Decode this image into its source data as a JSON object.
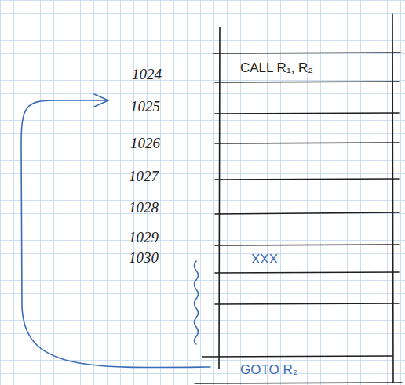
{
  "diagram": {
    "nodes": [
      {
        "text": [
          "CALL R₁, R₂"
        ]
      },
      {
        "text": [
          "XXX"
        ]
      },
      {
        "text": [
          "GOTO R₂"
        ]
      }
    ],
    "labels": [
      "1024",
      "1025",
      "1026",
      "1027",
      "1028",
      "1029",
      "1030"
    ]
  }
}
